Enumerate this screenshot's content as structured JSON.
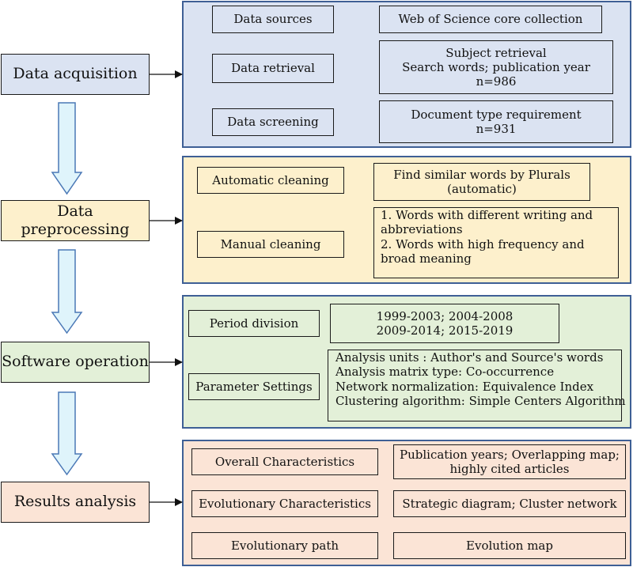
{
  "colors": {
    "acquisition": "#dbe3f2",
    "preprocessing": "#fdf0cc",
    "software": "#e3f0d8",
    "results": "#fbe4d6",
    "down_arrow_fill": "#dff4fb",
    "down_arrow_stroke": "#4a78b6",
    "panel_border": "#3e5f95"
  },
  "stages": [
    {
      "label": "Data acquisition"
    },
    {
      "label": "Data preprocessing"
    },
    {
      "label": "Software operation"
    },
    {
      "label": "Results analysis"
    }
  ],
  "acquisition": {
    "data_sources": {
      "label": "Data sources",
      "value": "Web of Science core collection"
    },
    "data_retrieval": {
      "label": "Data retrieval",
      "value": [
        "Subject retrieval",
        "Search words;  publication year",
        "n=986"
      ]
    },
    "data_screening": {
      "label": "Data screening",
      "value": [
        "Document type requirement",
        "n=931"
      ]
    }
  },
  "preprocessing": {
    "automatic": {
      "label": "Automatic cleaning",
      "value": [
        "Find similar words by Plurals",
        "(automatic)"
      ]
    },
    "manual": {
      "label": "Manual cleaning",
      "value": [
        "1. Words with different writing and",
        "abbreviations",
        "2. Words with high frequency and",
        "broad meaning"
      ]
    }
  },
  "software": {
    "period": {
      "label": "Period division",
      "value": [
        "1999-2003; 2004-2008",
        "2009-2014; 2015-2019"
      ]
    },
    "parameters": {
      "label": "Parameter Settings",
      "value": [
        "Analysis units : Author's and Source's words",
        "Analysis matrix type: Co-occurrence",
        "Network normalization: Equivalence Index",
        "Clustering algorithm: Simple Centers Algorithm"
      ]
    }
  },
  "results": {
    "overall": {
      "label": "Overall Characteristics",
      "value": [
        "Publication years;  Overlapping map;",
        "highly cited articles"
      ]
    },
    "evolutionary": {
      "label": "Evolutionary Characteristics",
      "value": "Strategic diagram; Cluster network"
    },
    "path": {
      "label": "Evolutionary path",
      "value": "Evolution map"
    }
  }
}
